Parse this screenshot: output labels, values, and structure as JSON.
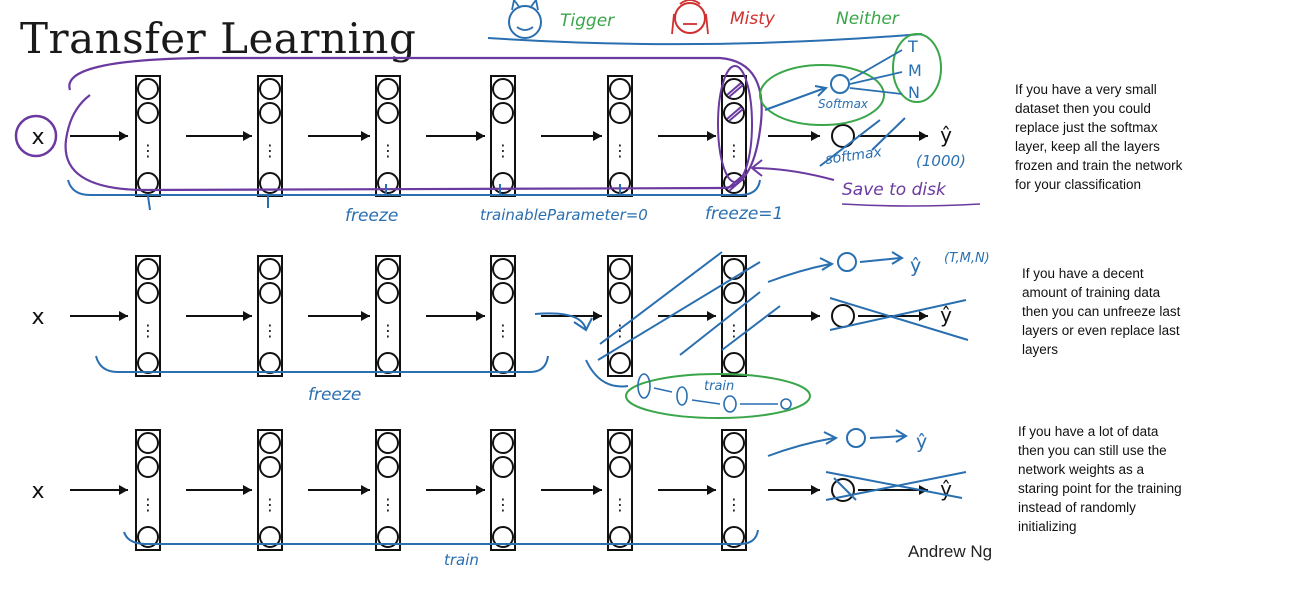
{
  "title": "Transfer Learning",
  "credit": "Andrew Ng",
  "notes": [
    "If you have a very small dataset then you could replace just the softmax layer, keep all the layers frozen and train the network for your classification",
    "If you have a decent amount of training data then you can unfreeze last layers or even replace last layers",
    "If you have a lot of data then you can still use the network weights as a staring point for the training instead of randomly initializing"
  ],
  "labels": {
    "input": "x",
    "output": "ŷ",
    "ellipsis": "⋮"
  },
  "classes": {
    "tigger": "Tigger",
    "misty": "Misty",
    "neither": "Neither"
  },
  "handwriting": {
    "freeze_1": "freeze",
    "trainable": "trainableParameter=0",
    "freeze_eq": "freeze=1",
    "save": "Save to disk",
    "softmax": "Softmax",
    "softmax_small": "softmax",
    "tmn": "(T,M,N)",
    "t": "T",
    "m": "M",
    "n": "N",
    "freeze_2": "freeze",
    "train_2": "train",
    "train_3": "train",
    "count": "(1000)"
  },
  "colors": {
    "ink": "#111111",
    "blue": "#2a6fb0",
    "purple": "#6b3aa0",
    "green": "#3aa64a",
    "red": "#d03030"
  }
}
